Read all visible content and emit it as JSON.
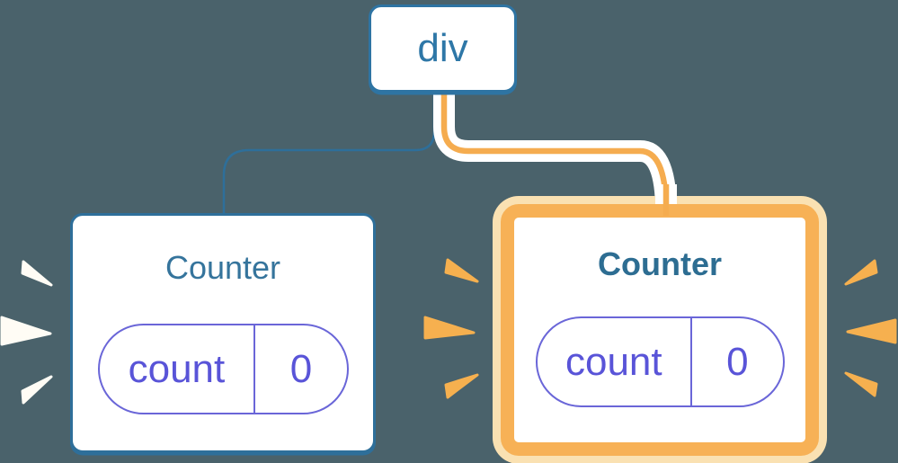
{
  "diagram": {
    "description": "React component tree: a div parent with two Counter children holding count state; the right Counter is highlighted",
    "root": {
      "label": "div"
    },
    "children": [
      {
        "title": "Counter",
        "state": {
          "key": "count",
          "value": "0"
        },
        "highlighted": false
      },
      {
        "title": "Counter",
        "state": {
          "key": "count",
          "value": "0"
        },
        "highlighted": true
      }
    ],
    "colors": {
      "background": "#4A626B",
      "node_blue": "#2E74A3",
      "title_blue": "#35749C",
      "title_blue_bold": "#2D6D92",
      "pill_purple": "#6A66D8",
      "pill_text_purple": "#5954D8",
      "highlight_orange": "#F7B156",
      "highlight_pale": "#FAE1B2",
      "connector_orange": "#F5AC4F",
      "burst_white": "#FFFCF5",
      "card_bg": "#FFFFFF"
    }
  }
}
